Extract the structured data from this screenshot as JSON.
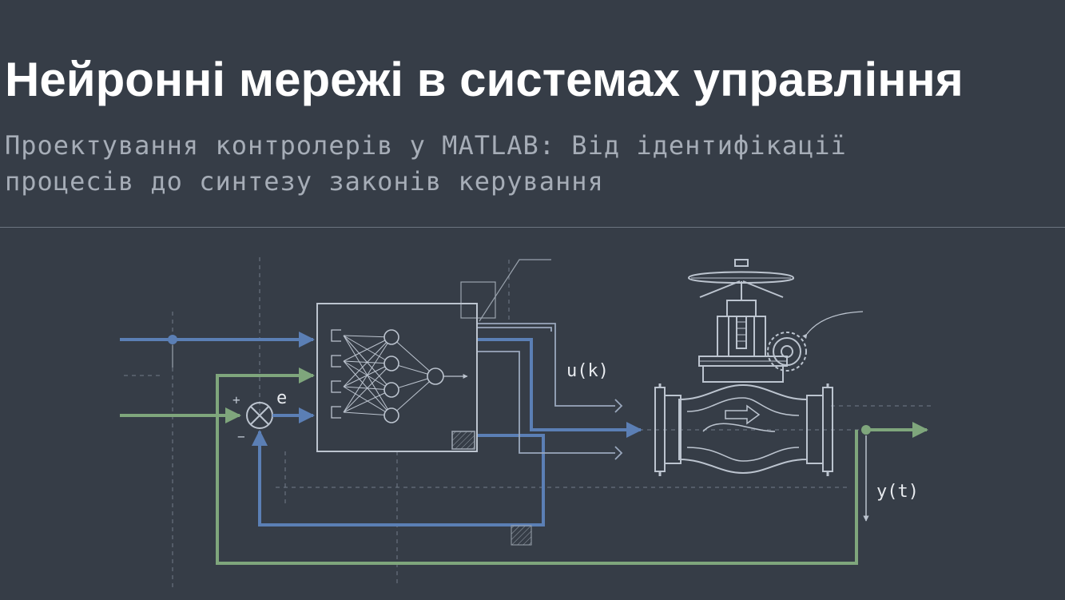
{
  "title": "Нейронні мережі в системах управління",
  "subtitle_lines": [
    "Проектування контролерів у MATLAB: Від ідентифікації",
    "процесів до синтезу законів керування"
  ],
  "diagram": {
    "signs": {
      "plus": "+",
      "minus": "−"
    },
    "error_label": "e",
    "control_label": "u(k)",
    "output_label": "y(t)",
    "colors": {
      "background": "#363d47",
      "blue_signal": "#5b7fb5",
      "green_signal": "#7fa67c",
      "line_art": "#bcc4cf",
      "guides": "#717b88"
    }
  }
}
